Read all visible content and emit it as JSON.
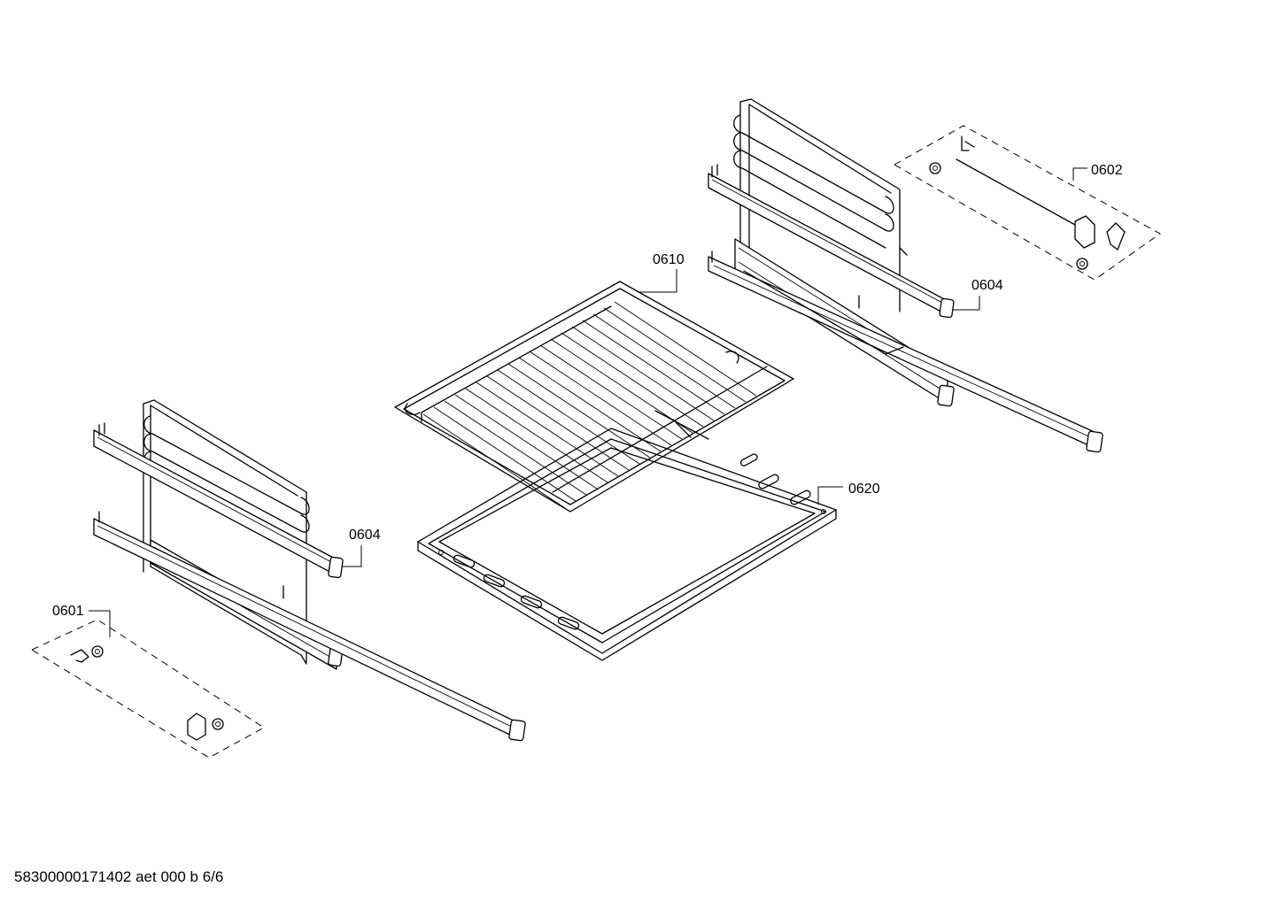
{
  "callouts": {
    "c0601": "0601",
    "c0602": "0602",
    "c0604_right": "0604",
    "c0604_left": "0604",
    "c0610": "0610",
    "c0620": "0620"
  },
  "footer": {
    "code": "58300000171402 aet 000 b 6/6"
  }
}
